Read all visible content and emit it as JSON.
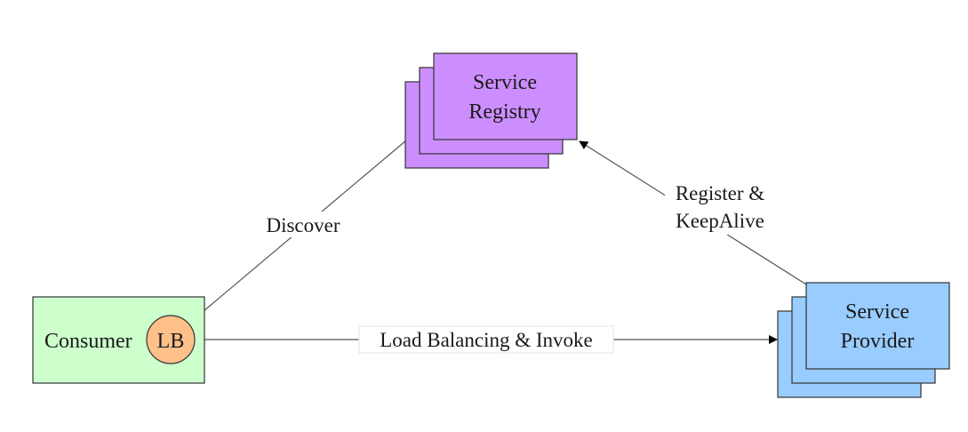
{
  "colors": {
    "registry_fill": "#cc8eff",
    "provider_fill": "#99ccff",
    "consumer_fill": "#ccffcc",
    "lb_fill": "#ffc08a",
    "stroke": "#333333",
    "edge": "#555555",
    "label_bg": "#ffffff"
  },
  "nodes": {
    "registry": {
      "line1": "Service",
      "line2": "Registry"
    },
    "provider": {
      "line1": "Service",
      "line2": "Provider"
    },
    "consumer": {
      "label": "Consumer"
    },
    "lb": {
      "label": "LB"
    }
  },
  "edges": {
    "discover": {
      "label": "Discover"
    },
    "register": {
      "line1": "Register &",
      "line2": "KeepAlive"
    },
    "invoke": {
      "label": "Load Balancing & Invoke"
    }
  }
}
